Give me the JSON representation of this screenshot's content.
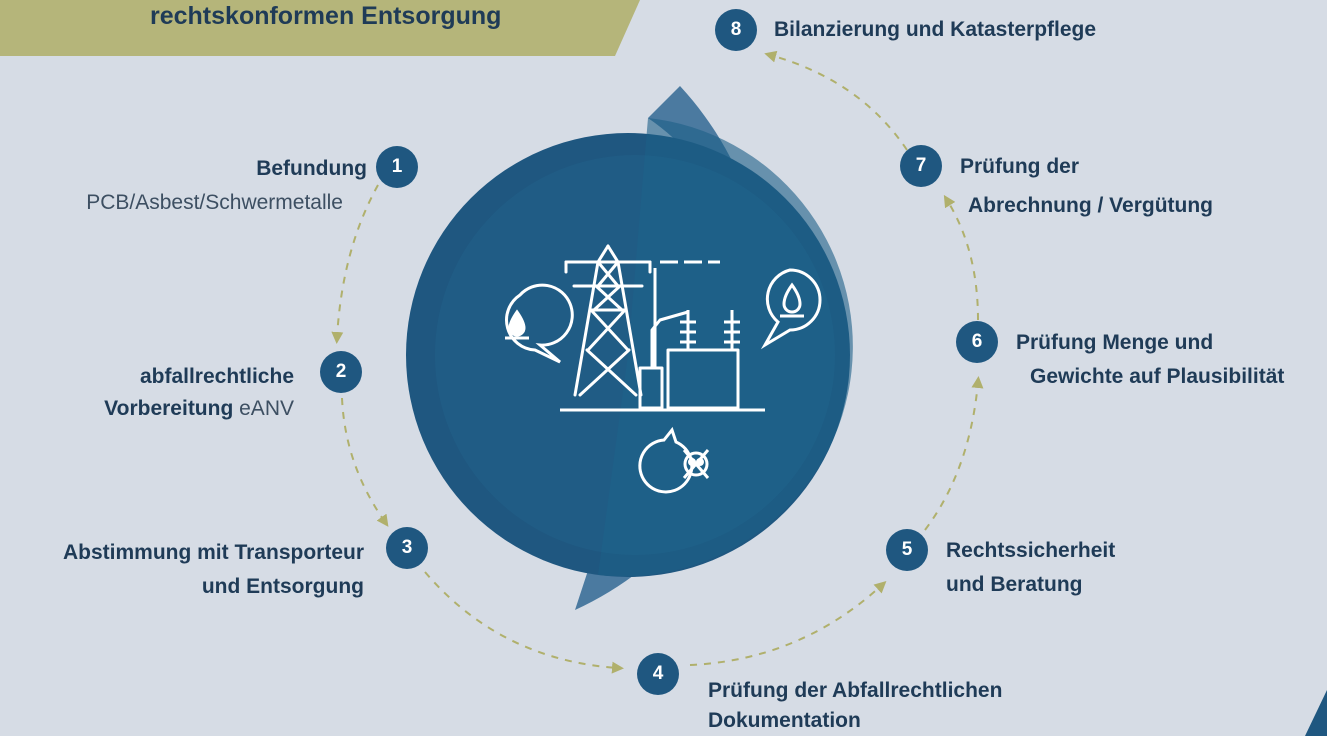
{
  "header": {
    "title": "rechtskonformen Entsorgung"
  },
  "colors": {
    "background": "#d6dce5",
    "banner": "#b5b57a",
    "circle_dark": "#1f5780",
    "circle_mid": "#246990",
    "ring": "#4b7aa0",
    "badge": "#1f5780",
    "arrow": "#b0b06c",
    "text": "#1f3b57"
  },
  "center_icons": [
    "transmission-tower-icon",
    "transformer-icon",
    "oil-drop-bubble-icon",
    "flame-bubble-icon",
    "skull-hazard-bubble-icon"
  ],
  "steps": [
    {
      "number": "1",
      "title": "Befundung",
      "detail": "PCB/Asbest/Schwermetalle"
    },
    {
      "number": "2",
      "title_line1": "abfallrechtliche",
      "title_line2": "Vorbereitung",
      "suffix": " eANV"
    },
    {
      "number": "3",
      "title_line1": "Abstimmung mit Transporteur",
      "title_line2": "und Entsorgung"
    },
    {
      "number": "4",
      "title_line1": "Prüfung der Abfallrechtlichen",
      "title_line2": "Dokumentation"
    },
    {
      "number": "5",
      "title_line1": "Rechtssicherheit",
      "title_line2": "und Beratung"
    },
    {
      "number": "6",
      "title_line1": "Prüfung Menge und",
      "title_line2": "Gewichte auf Plausibilität"
    },
    {
      "number": "7",
      "title_line1": "Prüfung der",
      "title_line2": "Abrechnung / Vergütung"
    },
    {
      "number": "8",
      "title": "Bilanzierung und Katasterpflege"
    }
  ]
}
